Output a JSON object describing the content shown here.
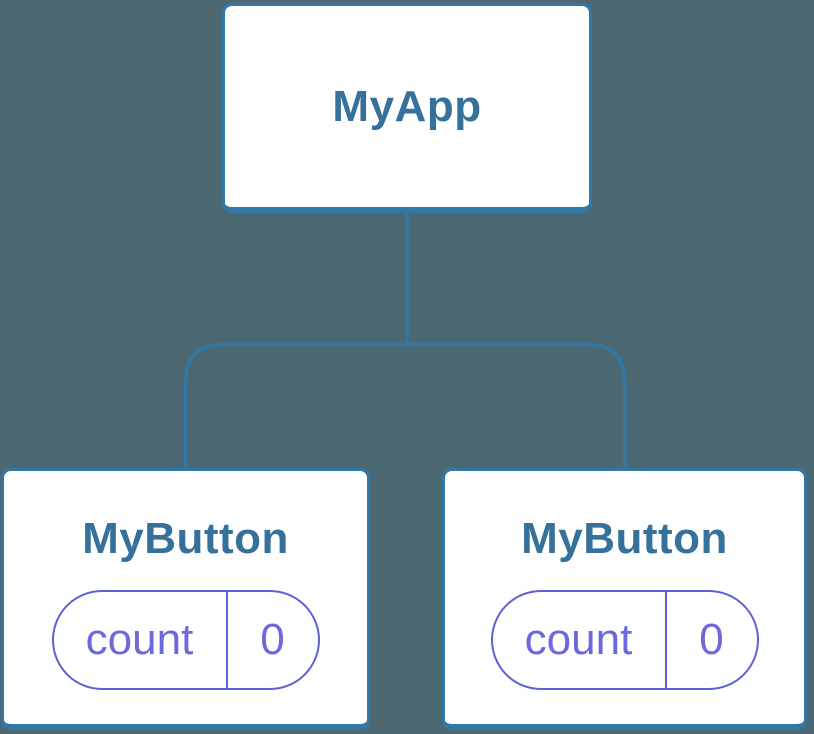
{
  "diagram": {
    "type": "component-tree",
    "root": {
      "label": "MyApp"
    },
    "children": [
      {
        "label": "MyButton",
        "state_pill": {
          "name": "count",
          "value": "0"
        }
      },
      {
        "label": "MyButton",
        "state_pill": {
          "name": "count",
          "value": "0"
        }
      }
    ]
  },
  "colors": {
    "background": "#4C6973",
    "node-bg": "#FFFFFF",
    "node-border": "#3278A7",
    "connector": "#3278A7",
    "node-title": "#35719B",
    "pill-border": "#5E61D8",
    "pill-text": "#6C68DD"
  }
}
